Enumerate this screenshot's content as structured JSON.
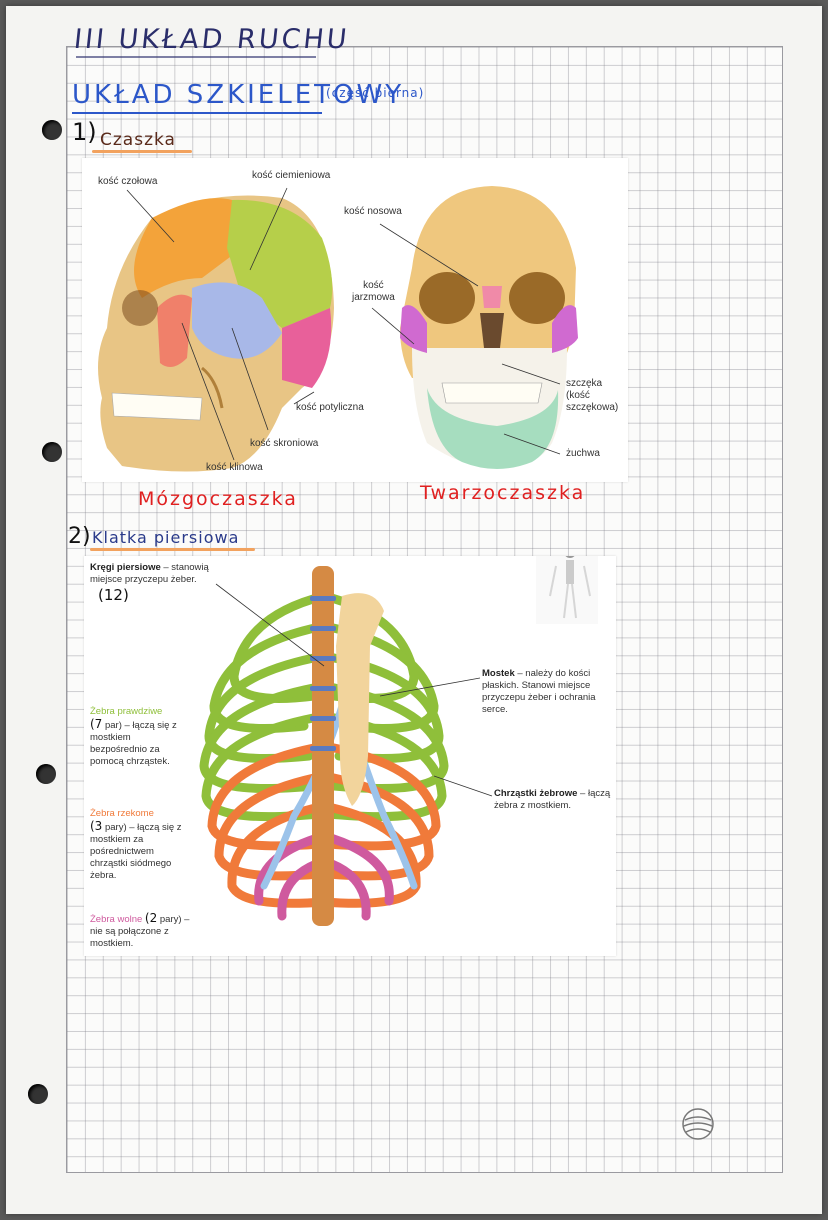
{
  "page": {
    "title": "III UKŁAD RUCHU",
    "subtitle": "UKŁAD SZKIELETOWY",
    "subtitle_note": "(część bierna)"
  },
  "section1": {
    "number": "1)",
    "heading": "Czaszka",
    "labels": {
      "czolowa": "kość czołowa",
      "ciemieniowa": "kość ciemieniowa",
      "nosowa": "kość nosowa",
      "jarzmowa": "kość\njarzmowa",
      "potyliczna": "kość potyliczna",
      "skroniowa": "kość skroniowa",
      "klinowa": "kość klinowa",
      "szczeka": "szczęka\n(kość\nszczękowa)",
      "zuchwa": "żuchwa"
    },
    "caption_left": "Mózgoczaszka",
    "caption_right": "Twarzoczaszka"
  },
  "section2": {
    "number": "2)",
    "heading": "Klatka piersiowa",
    "kregi_bold": "Kręgi piersiowe",
    "kregi_rest": " – stanowią miejsce przyczepu żeber.",
    "kregi_note": "(12)",
    "prawdziwe_title": "Żebra prawdziwe",
    "prawdziwe_count": "(7",
    "prawdziwe_rest": " par) – łączą się z mostkiem bezpośrednio za pomocą chrząstek.",
    "rzekome_title": "Żebra rzekome",
    "rzekome_count": "(3",
    "rzekome_rest": " pary) – łączą się z mostkiem za pośrednictwem chrząstki siódmego żebra.",
    "wolne_title": "Żebra wolne",
    "wolne_count": "(2",
    "wolne_rest": " pary) – nie są połączone z mostkiem.",
    "mostek_bold": "Mostek",
    "mostek_rest": " – należy do kości płaskich. Stanowi miejsce przyczepu żeber i ochrania serce.",
    "chrzastki_bold": "Chrząstki żebrowe",
    "chrzastki_rest": " – łączą żebra z mostkiem."
  },
  "colors": {
    "ink_blue": "#2c57c9",
    "ink_red": "#e02020",
    "highlight_orange": "#f2a25e",
    "rib_green": "#8fbf3a",
    "rib_orange": "#f07a3a",
    "rib_pink": "#cf5a9e",
    "cartilage_blue": "#9cc3ea"
  }
}
